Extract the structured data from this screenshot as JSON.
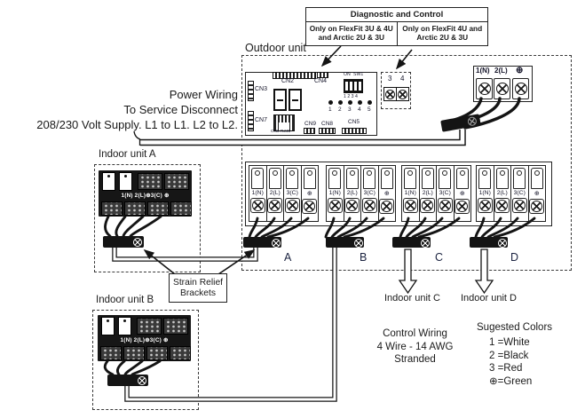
{
  "palette": {
    "ink": "#1a1a1a",
    "letter_navy": "#1b2340",
    "block_black": "#161616"
  },
  "diagnostic": {
    "title": "Diagnostic and Control",
    "left_note": "Only on FlexFit 3U & 4U and Arctic 2U & 3U",
    "right_note": "Only on FlexFit 4U and Arctic 2U & 3U"
  },
  "power_note": {
    "line1": "Power Wiring",
    "line2": "To Service Disconnect",
    "line3": "208/230 Volt Supply. L1 to L1. L2 to L2."
  },
  "outdoor": {
    "label": "Outdoor unit",
    "pcb": {
      "cn2": "CN2",
      "cn3": "CN3",
      "cn4": "CN4",
      "cn7": "CN7",
      "dip_on": "ON",
      "dip_sw": "SW1",
      "dip_nums": "1 2 3 4",
      "leds": [
        "1",
        "2",
        "3",
        "4",
        "5"
      ],
      "cn6": "CN6  RJ45",
      "cn9": "CN9",
      "cn8": "CN8",
      "cn5": "CN5"
    },
    "aux": {
      "t3": "3",
      "t4": "4"
    },
    "power_block": {
      "t1": "1(N)",
      "t2": "2(L)",
      "ground": "⊕"
    }
  },
  "strip": {
    "groups": [
      {
        "letter": "A",
        "t": [
          "1(N)",
          "2(L)",
          "3(C)",
          "⊕"
        ]
      },
      {
        "letter": "B",
        "t": [
          "1(N)",
          "2(L)",
          "3(C)",
          "⊕"
        ]
      },
      {
        "letter": "C",
        "t": [
          "1(N)",
          "2(L)",
          "3(C)",
          "⊕"
        ]
      },
      {
        "letter": "D",
        "t": [
          "1(N)",
          "2(L)",
          "3(C)",
          "⊕"
        ]
      }
    ]
  },
  "indoor": {
    "a": {
      "label": "Indoor unit A",
      "row": "1(N) 2(L)⊕3(C) ⊕"
    },
    "b": {
      "label": "Indoor unit B",
      "row": "1(N) 2(L)⊕3(C) ⊕"
    },
    "c_label": "Indoor unit C",
    "d_label": "Indoor unit D"
  },
  "strain": {
    "line1": "Strain Relief",
    "line2": "Brackets"
  },
  "control_note": {
    "line1": "Control Wiring",
    "line2": "4 Wire - 14 AWG",
    "line3": "Stranded"
  },
  "colors": {
    "title": "Sugested Colors",
    "items": [
      "1 =White",
      "2 =Black",
      "3 =Red",
      "⊕=Green"
    ]
  }
}
